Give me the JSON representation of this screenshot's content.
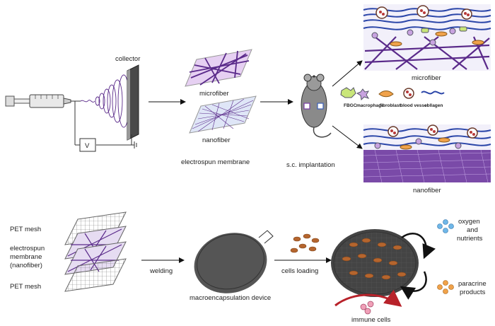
{
  "top": {
    "collector_label": "collector",
    "voltage_label": "V",
    "microfiber_label": "microfiber",
    "nanofiber_label": "nanofiber",
    "membrane_caption": "electrospun membrane",
    "implantation_label": "s.c. implantation",
    "result_microfiber_label": "microfiber",
    "result_nanofiber_label": "nanofiber",
    "legend": [
      "FBGC",
      "macrophage",
      "fibroblast",
      "blood vessel",
      "collagen"
    ]
  },
  "bottom": {
    "pet_mesh_top": "PET mesh",
    "membrane_line1": "electrospun",
    "membrane_line2": "membrane",
    "membrane_line3": "(nanofiber)",
    "pet_mesh_bottom": "PET mesh",
    "welding_label": "welding",
    "device_caption": "macroencapsulation device",
    "cells_loading_label": "cells loading",
    "oxygen_line1": "oxygen",
    "oxygen_line2": "and",
    "oxygen_line3": "nutrients",
    "paracrine_line1": "paracrine",
    "paracrine_line2": "products",
    "immune_label": "immune cells"
  },
  "colors": {
    "fiber_purple": "#5a2a8a",
    "collagen_blue": "#2a45a8",
    "fibroblast_orange": "#f0a24a",
    "cell_brown": "#b5652e",
    "arrow_red": "#b8222a"
  }
}
